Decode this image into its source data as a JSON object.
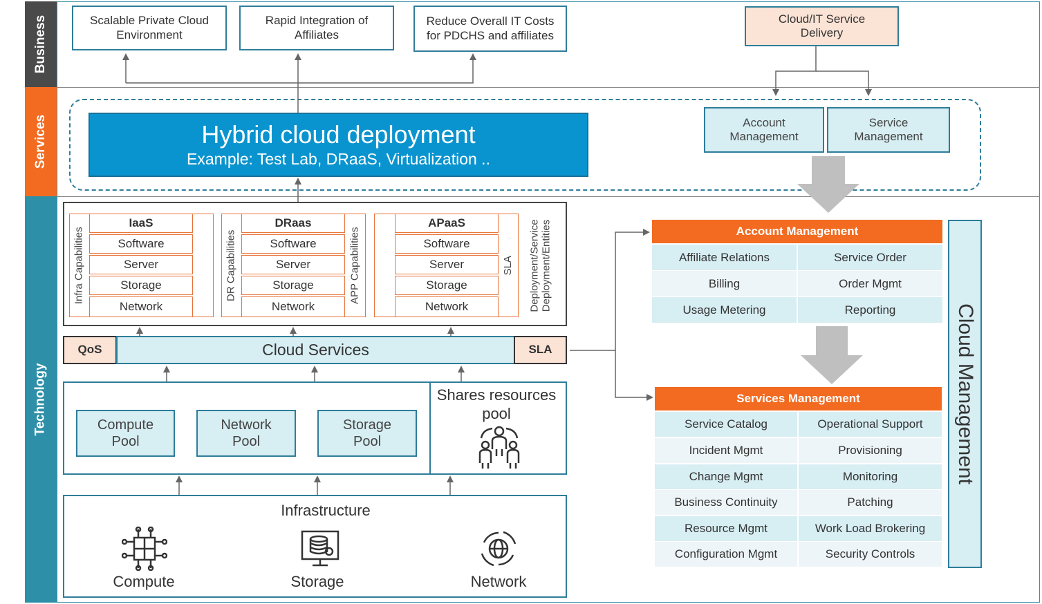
{
  "bands": {
    "business": "Business",
    "services": "Services",
    "technology": "Technology"
  },
  "business": {
    "goal1": "Scalable Private Cloud Environment",
    "goal2": "Rapid Integration of Affiliates",
    "goal3": "Reduce Overall IT Costs for PDCHS and affiliates",
    "delivery": "Cloud/IT Service Delivery"
  },
  "services": {
    "hybrid_title": "Hybrid cloud deployment",
    "hybrid_subtitle": "Example: Test Lab, DRaaS, Virtualization ..",
    "account_mgmt": "Account Management",
    "service_mgmt": "Service Management"
  },
  "stacks": {
    "iaas": {
      "side": "Infra Capabilities",
      "title": "IaaS",
      "layers": [
        "Software",
        "Server",
        "Storage",
        "Network"
      ]
    },
    "draas": {
      "side": "DR Capabilities",
      "title": "DRaas",
      "layers": [
        "Software",
        "Server",
        "Storage",
        "Network"
      ],
      "right_side": "APP Capabilities"
    },
    "apaas": {
      "title": "APaaS",
      "layers": [
        "Software",
        "Server",
        "Storage",
        "Network"
      ],
      "right_side": "SLA"
    },
    "deployment_label": "Deployment/Service Deployment/Entities"
  },
  "cloud_services": {
    "left": "QoS",
    "center": "Cloud Services",
    "right": "SLA"
  },
  "pools": {
    "compute": "Compute Pool",
    "network": "Network Pool",
    "storage": "Storage Pool",
    "shared": "Shares resources pool"
  },
  "infrastructure": {
    "title": "Infrastructure",
    "compute": "Compute",
    "storage": "Storage",
    "network": "Network"
  },
  "account_management": {
    "header": "Account Management",
    "items": [
      "Affiliate Relations",
      "Service Order",
      "Billing",
      "Order Mgmt",
      "Usage Metering",
      "Reporting"
    ]
  },
  "services_management": {
    "header": "Services Management",
    "items": [
      "Service Catalog",
      "Operational Support",
      "Incident Mgmt",
      "Provisioning",
      "Change Mgmt",
      "Monitoring",
      "Business Continuity",
      "Patching",
      "Resource Mgmt",
      "Work Load Brokering",
      "Configuration Mgmt",
      "Security Controls"
    ]
  },
  "cloud_management": "Cloud Management",
  "colors": {
    "business_band": "#4a4a4a",
    "services_band": "#f26b21",
    "technology_band": "#2e8fa8",
    "hybrid_fill": "#0a94cf",
    "accent_orange": "#f26b21",
    "light_blue": "#d7eef3",
    "peach": "#fbe3d6"
  }
}
